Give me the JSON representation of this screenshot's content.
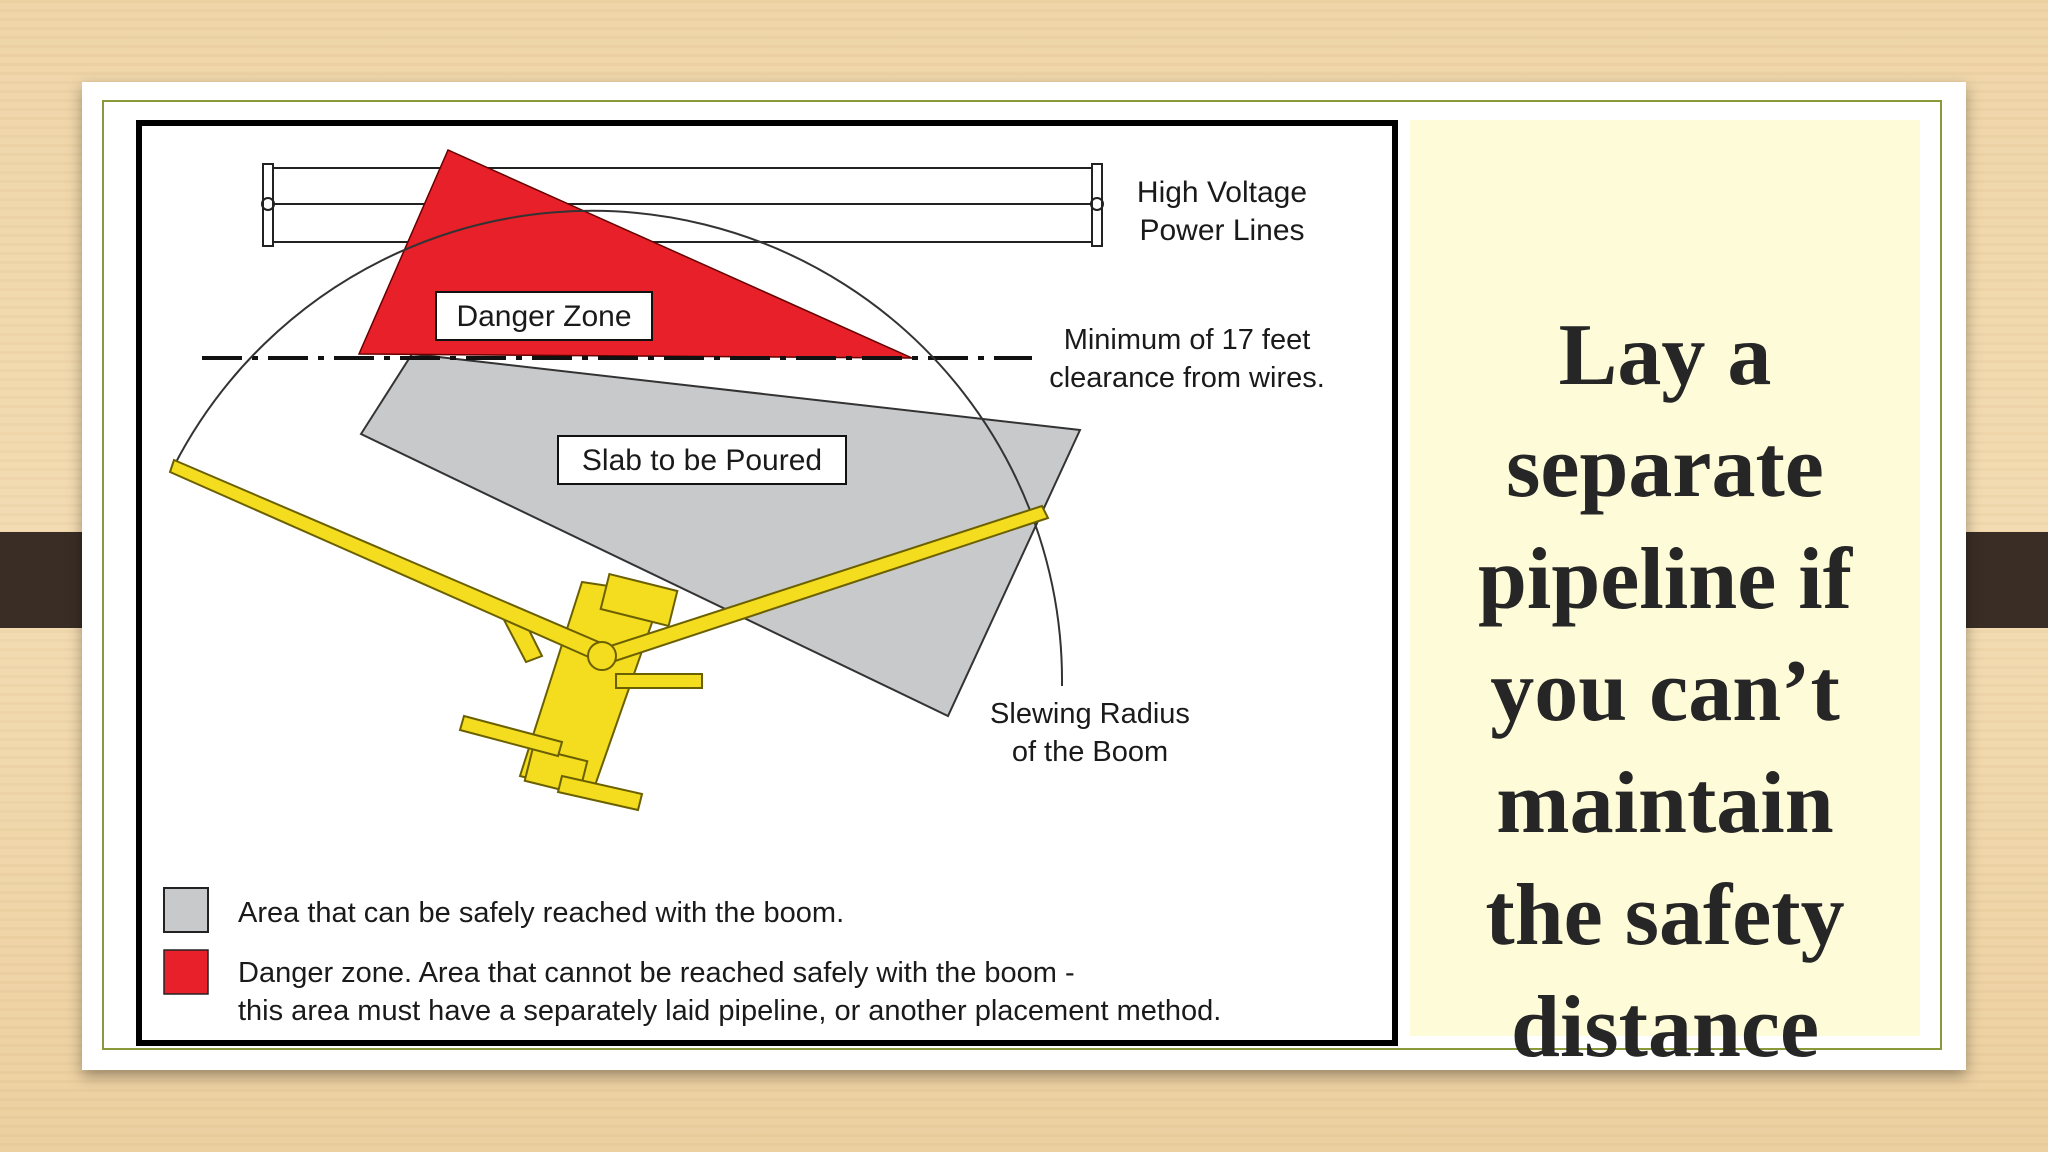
{
  "diagram": {
    "labels": {
      "power_lines": [
        "High Voltage",
        "Power Lines"
      ],
      "danger_zone": "Danger Zone",
      "clearance": [
        "Minimum of 17 feet",
        "clearance from wires."
      ],
      "slab": "Slab to be Poured",
      "slewing": [
        "Slewing Radius",
        "of the Boom"
      ]
    },
    "legend": {
      "safe": "Area that can be safely reached with the boom.",
      "danger_line1": "Danger zone.  Area that cannot be reached safely with the boom -",
      "danger_line2": "this area must have a separately laid pipeline, or another placement method."
    },
    "colors": {
      "danger": "#e8202a",
      "slab": "#c8c9cb",
      "boom": "#f4dc1e",
      "boom_outline": "#6b6000"
    }
  },
  "note": {
    "lines": [
      "Lay a",
      "separate",
      "pipeline if",
      "you can’t",
      "maintain",
      "the safety",
      "distance"
    ]
  }
}
